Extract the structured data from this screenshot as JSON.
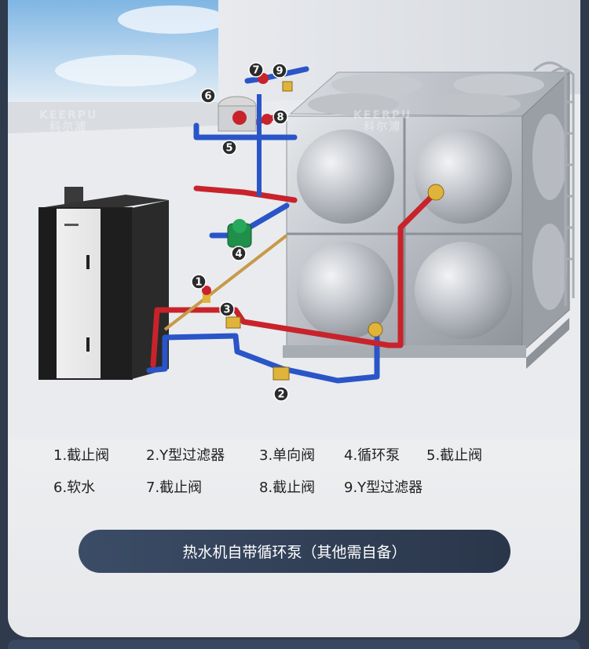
{
  "watermark": {
    "brand_en": "KEERPU",
    "brand_cn": "科尔浦"
  },
  "markers": [
    "1",
    "2",
    "3",
    "4",
    "5",
    "6",
    "7",
    "8",
    "9"
  ],
  "legend": {
    "row1": [
      "1.截止阀",
      "2.Y型过滤器",
      "3.单向阀",
      "4.循环泵",
      "5.截止阀"
    ],
    "row2": [
      "6.软水",
      "7.截止阀",
      "8.截止阀",
      "9.Y型过滤器"
    ]
  },
  "note": "热水机自带循环泵（其他需自备）",
  "colors": {
    "hot_pipe": "#c8232b",
    "cold_pipe": "#2a55c8",
    "brass": "#e0b43a",
    "badge": "#2b2b2b",
    "pill": "#33425a"
  }
}
